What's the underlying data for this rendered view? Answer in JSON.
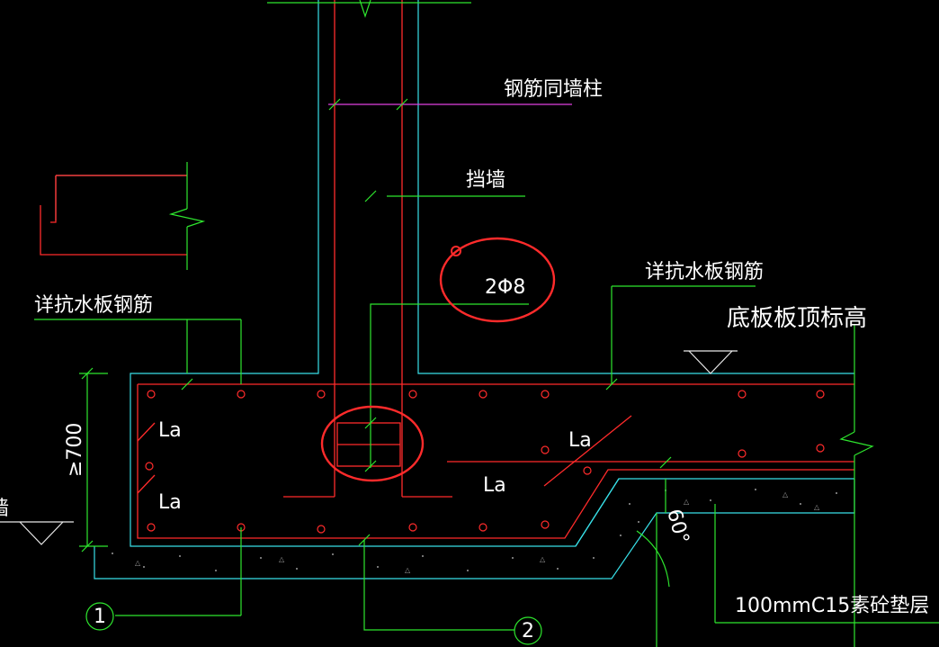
{
  "labels": {
    "rebar_same_as_wall_column": "钢筋同墙柱",
    "retaining_wall": "挡墙",
    "circled_rebar": "2Φ8",
    "see_waterproof_slab_rebar_left": "详抗水板钢筋",
    "see_waterproof_slab_rebar_right": "详抗水板钢筋",
    "slab_top_elevation": "底板板顶标高",
    "la_1": "La",
    "la_2": "La",
    "la_3": "La",
    "la_4": "La",
    "dimension_700": "≥700",
    "angle_60": "60°",
    "bedding_layer": "100mmC15素砼垫层",
    "left_edge_partial": "墙",
    "callout_1": "1",
    "callout_2": "2"
  },
  "colors": {
    "background": "#000000",
    "green": "#2ee62e",
    "red": "#ff2b2b",
    "cyan": "#38e0e8",
    "white": "#e8e8e8",
    "magenta": "#e040e0",
    "highlight": "#ff2b2b"
  }
}
